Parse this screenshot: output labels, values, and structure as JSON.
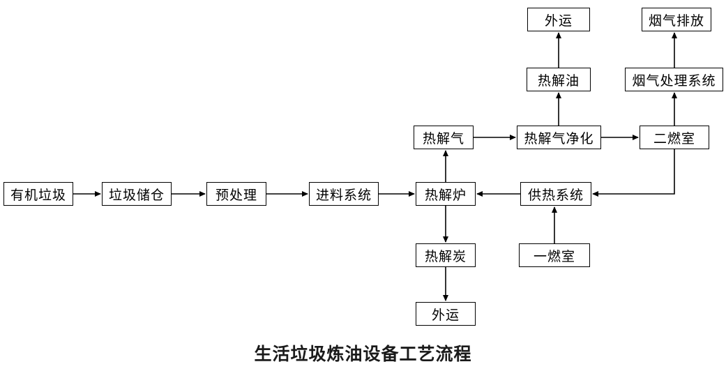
{
  "title": "生活垃圾炼油设备工艺流程",
  "diagram": {
    "type": "flowchart",
    "nodes": [
      {
        "id": "organic-waste",
        "label": "有机垃圾"
      },
      {
        "id": "waste-storage",
        "label": "垃圾储仓"
      },
      {
        "id": "pretreatment",
        "label": "预处理"
      },
      {
        "id": "feeding-system",
        "label": "进料系统"
      },
      {
        "id": "pyrolysis-furnace",
        "label": "热解炉"
      },
      {
        "id": "heat-supply-system",
        "label": "供热系统"
      },
      {
        "id": "pyrolysis-gas",
        "label": "热解气"
      },
      {
        "id": "pyrolysis-gas-purification",
        "label": "热解气净化"
      },
      {
        "id": "secondary-combustion",
        "label": "二燃室"
      },
      {
        "id": "pyrolysis-oil",
        "label": "热解油"
      },
      {
        "id": "outbound-top",
        "label": "外运"
      },
      {
        "id": "flue-gas-treatment",
        "label": "烟气处理系统"
      },
      {
        "id": "flue-gas-emission",
        "label": "烟气排放"
      },
      {
        "id": "primary-combustion",
        "label": "一燃室"
      },
      {
        "id": "pyrolysis-char",
        "label": "热解炭"
      },
      {
        "id": "outbound-bottom",
        "label": "外运"
      }
    ],
    "edges": [
      {
        "from": "organic-waste",
        "to": "waste-storage"
      },
      {
        "from": "waste-storage",
        "to": "pretreatment"
      },
      {
        "from": "pretreatment",
        "to": "feeding-system"
      },
      {
        "from": "feeding-system",
        "to": "pyrolysis-furnace"
      },
      {
        "from": "heat-supply-system",
        "to": "pyrolysis-furnace"
      },
      {
        "from": "primary-combustion",
        "to": "heat-supply-system"
      },
      {
        "from": "secondary-combustion",
        "to": "heat-supply-system"
      },
      {
        "from": "pyrolysis-furnace",
        "to": "pyrolysis-gas"
      },
      {
        "from": "pyrolysis-gas",
        "to": "pyrolysis-gas-purification"
      },
      {
        "from": "pyrolysis-gas-purification",
        "to": "pyrolysis-oil"
      },
      {
        "from": "pyrolysis-oil",
        "to": "outbound-top"
      },
      {
        "from": "pyrolysis-gas-purification",
        "to": "secondary-combustion"
      },
      {
        "from": "secondary-combustion",
        "to": "flue-gas-treatment"
      },
      {
        "from": "flue-gas-treatment",
        "to": "flue-gas-emission"
      },
      {
        "from": "pyrolysis-furnace",
        "to": "pyrolysis-char"
      },
      {
        "from": "pyrolysis-char",
        "to": "outbound-bottom"
      }
    ]
  }
}
